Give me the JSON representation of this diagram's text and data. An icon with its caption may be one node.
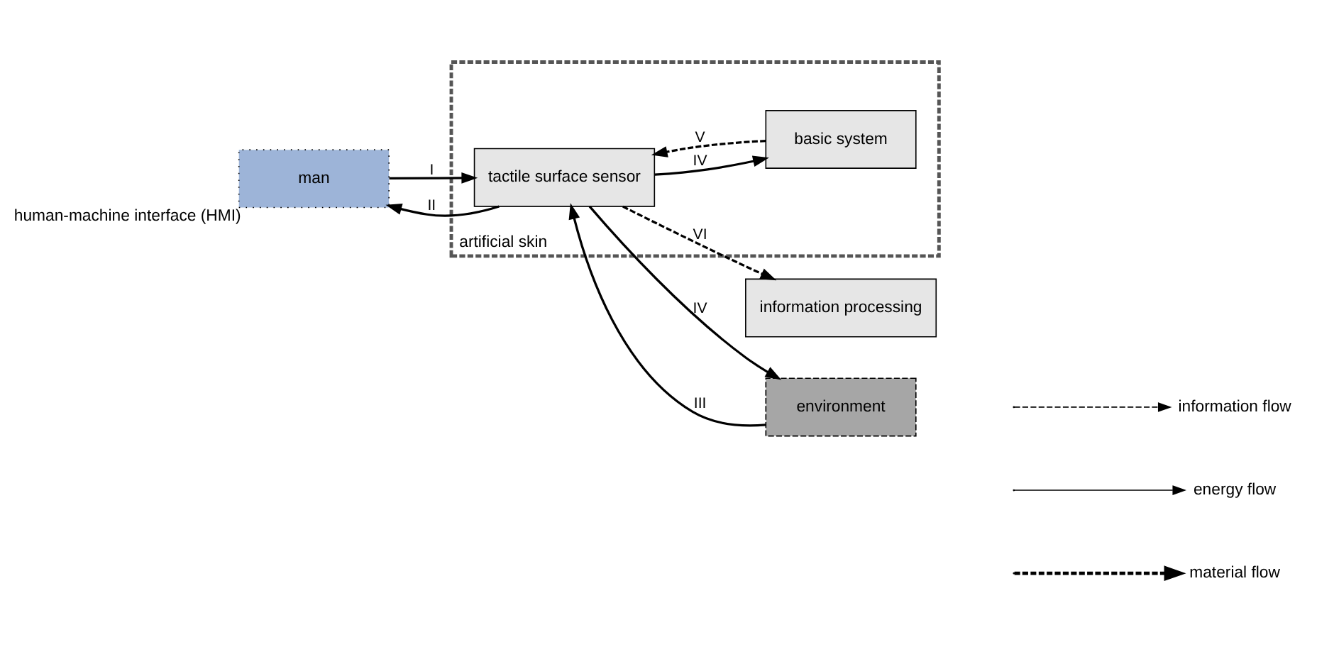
{
  "diagram": {
    "nodes": [
      {
        "text": [
          "information processing"
        ]
      },
      {
        "text": [
          "man"
        ],
        "beside": [
          "human-machine interface (HMI)"
        ]
      },
      {
        "text": [
          "artificial skin"
        ]
      },
      {
        "text": [
          "tactile surface sensor"
        ],
        "in": 2
      },
      {
        "text": [
          "basic system"
        ],
        "in": 2
      },
      {
        "text": [
          "environment"
        ]
      }
    ],
    "edges": [
      {
        "from": 3,
        "to": 0,
        "arrow": "to",
        "label": "VI",
        "style": "dashed"
      },
      {
        "from": 3,
        "to": 1,
        "arrow": "to",
        "label": "II"
      },
      {
        "from": 1,
        "to": 3,
        "arrow": "to",
        "label": "I"
      },
      {
        "from": 5,
        "to": 3,
        "arrow": "to",
        "label": "III"
      },
      {
        "from": 3,
        "to": 5,
        "arrow": "to",
        "label": "IV"
      },
      {
        "from": 4,
        "to": 3,
        "arrow": "to",
        "label": "V",
        "style": "dashed"
      },
      {
        "from": 3,
        "to": 4,
        "arrow": "to",
        "label": "IV"
      }
    ],
    "legend": [
      {
        "text": "information flow"
      },
      {
        "text": "energy flow"
      },
      {
        "text": "material flow"
      }
    ]
  }
}
